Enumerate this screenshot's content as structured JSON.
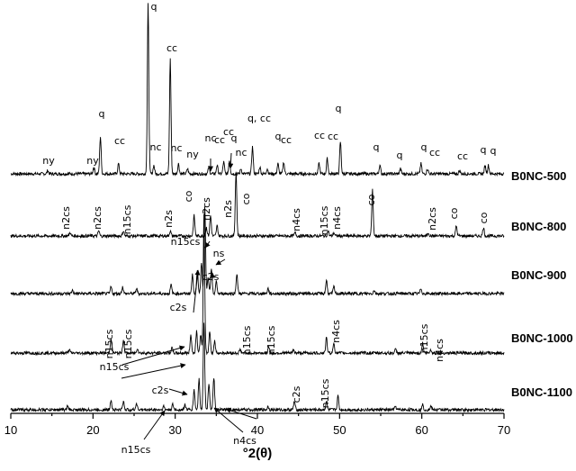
{
  "chart_data": {
    "type": "line",
    "xlabel": "°2(θ)",
    "xlim": [
      10,
      70
    ],
    "x_ticks": [
      10,
      20,
      30,
      40,
      50,
      60,
      70
    ],
    "grid": false,
    "series": [
      {
        "name": "B0NC-500",
        "peaks": [
          {
            "x": 14.5,
            "h": 0.02
          },
          {
            "x": 20.1,
            "h": 0.04
          },
          {
            "x": 20.9,
            "h": 0.22
          },
          {
            "x": 23.1,
            "h": 0.06
          },
          {
            "x": 26.7,
            "h": 1.0
          },
          {
            "x": 27.4,
            "h": 0.05
          },
          {
            "x": 29.4,
            "h": 0.68
          },
          {
            "x": 30.4,
            "h": 0.06
          },
          {
            "x": 31.5,
            "h": 0.03
          },
          {
            "x": 34.1,
            "h": 0.04
          },
          {
            "x": 35.1,
            "h": 0.05
          },
          {
            "x": 35.9,
            "h": 0.07
          },
          {
            "x": 36.6,
            "h": 0.08
          },
          {
            "x": 38.0,
            "h": 0.03
          },
          {
            "x": 39.4,
            "h": 0.16
          },
          {
            "x": 40.3,
            "h": 0.04
          },
          {
            "x": 41.2,
            "h": 0.03
          },
          {
            "x": 42.5,
            "h": 0.06
          },
          {
            "x": 43.2,
            "h": 0.07
          },
          {
            "x": 47.5,
            "h": 0.06
          },
          {
            "x": 48.5,
            "h": 0.09
          },
          {
            "x": 50.1,
            "h": 0.19
          },
          {
            "x": 54.9,
            "h": 0.05
          },
          {
            "x": 57.4,
            "h": 0.03
          },
          {
            "x": 59.9,
            "h": 0.06
          },
          {
            "x": 60.7,
            "h": 0.03
          },
          {
            "x": 64.6,
            "h": 0.02
          },
          {
            "x": 67.7,
            "h": 0.05
          },
          {
            "x": 68.1,
            "h": 0.05
          }
        ]
      },
      {
        "name": "B0NC-800",
        "peaks": [
          {
            "x": 17.2,
            "h": 0.02
          },
          {
            "x": 20.7,
            "h": 0.03
          },
          {
            "x": 23.7,
            "h": 0.03
          },
          {
            "x": 29.4,
            "h": 0.03
          },
          {
            "x": 32.3,
            "h": 0.12
          },
          {
            "x": 33.8,
            "h": 0.05
          },
          {
            "x": 34.3,
            "h": 0.12
          },
          {
            "x": 35.1,
            "h": 0.06
          },
          {
            "x": 37.4,
            "h": 0.38
          },
          {
            "x": 44.6,
            "h": 0.02
          },
          {
            "x": 48.6,
            "h": 0.03
          },
          {
            "x": 49.3,
            "h": 0.02
          },
          {
            "x": 54.0,
            "h": 0.27
          },
          {
            "x": 60.8,
            "h": 0.02
          },
          {
            "x": 64.2,
            "h": 0.06
          },
          {
            "x": 67.5,
            "h": 0.05
          }
        ]
      },
      {
        "name": "B0NC-900",
        "peaks": [
          {
            "x": 17.5,
            "h": 0.02
          },
          {
            "x": 22.2,
            "h": 0.04
          },
          {
            "x": 23.6,
            "h": 0.04
          },
          {
            "x": 25.3,
            "h": 0.03
          },
          {
            "x": 29.5,
            "h": 0.05
          },
          {
            "x": 32.1,
            "h": 0.11
          },
          {
            "x": 32.7,
            "h": 0.14
          },
          {
            "x": 33.2,
            "h": 0.18
          },
          {
            "x": 33.6,
            "h": 0.52
          },
          {
            "x": 34.0,
            "h": 0.09
          },
          {
            "x": 34.4,
            "h": 0.14
          },
          {
            "x": 35.0,
            "h": 0.07
          },
          {
            "x": 37.5,
            "h": 0.12
          },
          {
            "x": 41.3,
            "h": 0.03
          },
          {
            "x": 48.4,
            "h": 0.08
          },
          {
            "x": 49.3,
            "h": 0.04
          },
          {
            "x": 54.2,
            "h": 0.02
          },
          {
            "x": 59.9,
            "h": 0.03
          }
        ]
      },
      {
        "name": "B0NC-1000",
        "peaks": [
          {
            "x": 17.1,
            "h": 0.02
          },
          {
            "x": 22.2,
            "h": 0.09
          },
          {
            "x": 23.7,
            "h": 0.08
          },
          {
            "x": 25.4,
            "h": 0.03
          },
          {
            "x": 29.6,
            "h": 0.03
          },
          {
            "x": 31.9,
            "h": 0.11
          },
          {
            "x": 32.6,
            "h": 0.13
          },
          {
            "x": 33.1,
            "h": 0.11
          },
          {
            "x": 33.5,
            "h": 0.82
          },
          {
            "x": 34.2,
            "h": 0.13
          },
          {
            "x": 34.8,
            "h": 0.07
          },
          {
            "x": 37.9,
            "h": 0.02
          },
          {
            "x": 41.4,
            "h": 0.04
          },
          {
            "x": 44.4,
            "h": 0.02
          },
          {
            "x": 48.4,
            "h": 0.09
          },
          {
            "x": 49.3,
            "h": 0.06
          },
          {
            "x": 56.8,
            "h": 0.02
          },
          {
            "x": 60.1,
            "h": 0.06
          },
          {
            "x": 61.1,
            "h": 0.02
          }
        ]
      },
      {
        "name": "B0NC-1100",
        "peaks": [
          {
            "x": 16.9,
            "h": 0.02
          },
          {
            "x": 22.2,
            "h": 0.06
          },
          {
            "x": 23.7,
            "h": 0.05
          },
          {
            "x": 25.3,
            "h": 0.04
          },
          {
            "x": 28.6,
            "h": 0.02
          },
          {
            "x": 29.7,
            "h": 0.03
          },
          {
            "x": 31.2,
            "h": 0.03
          },
          {
            "x": 32.3,
            "h": 0.12
          },
          {
            "x": 32.9,
            "h": 0.18
          },
          {
            "x": 33.5,
            "h": 0.52
          },
          {
            "x": 34.1,
            "h": 0.16
          },
          {
            "x": 34.7,
            "h": 0.19
          },
          {
            "x": 41.3,
            "h": 0.02
          },
          {
            "x": 44.5,
            "h": 0.05
          },
          {
            "x": 48.4,
            "h": 0.05
          },
          {
            "x": 49.8,
            "h": 0.08
          },
          {
            "x": 56.8,
            "h": 0.02
          },
          {
            "x": 60.1,
            "h": 0.03
          },
          {
            "x": 61.1,
            "h": 0.02
          }
        ]
      }
    ],
    "annotations": {
      "B0NC-500": [
        {
          "x": 14.5,
          "text": "ny"
        },
        {
          "x": 20.1,
          "text": "ny"
        },
        {
          "x": 20.9,
          "text": "q"
        },
        {
          "x": 23.1,
          "text": "cc"
        },
        {
          "x": 26.7,
          "text": "q"
        },
        {
          "x": 27.4,
          "text": "nc"
        },
        {
          "x": 29.4,
          "text": "cc"
        },
        {
          "x": 30.4,
          "text": "nc"
        },
        {
          "x": 31.5,
          "text": "ny"
        },
        {
          "x": 34.1,
          "text": "nc"
        },
        {
          "x": 35.1,
          "text": "cc"
        },
        {
          "x": 35.9,
          "text": "cc"
        },
        {
          "x": 36.6,
          "text": "q"
        },
        {
          "x": 38.0,
          "text": "nc"
        },
        {
          "x": 39.4,
          "text": "q, cc"
        },
        {
          "x": 42.5,
          "text": "q"
        },
        {
          "x": 43.2,
          "text": "cc"
        },
        {
          "x": 47.5,
          "text": "cc"
        },
        {
          "x": 48.5,
          "text": "cc"
        },
        {
          "x": 50.1,
          "text": "q"
        },
        {
          "x": 54.9,
          "text": "q"
        },
        {
          "x": 57.4,
          "text": "q"
        },
        {
          "x": 59.9,
          "text": "q"
        },
        {
          "x": 60.7,
          "text": "cc"
        },
        {
          "x": 64.6,
          "text": "cc"
        },
        {
          "x": 67.7,
          "text": "q"
        },
        {
          "x": 68.1,
          "text": "q"
        }
      ],
      "B0NC-800": [
        {
          "x": 17.2,
          "text": "n2cs"
        },
        {
          "x": 20.7,
          "text": "n2cs"
        },
        {
          "x": 23.7,
          "text": "n15cs"
        },
        {
          "x": 29.4,
          "text": "n2s"
        },
        {
          "x": 32.3,
          "text": "co"
        },
        {
          "x": 34.3,
          "text": "n2cs"
        },
        {
          "x": 35.1,
          "text": "n2s"
        },
        {
          "x": 37.4,
          "text": "co"
        },
        {
          "x": 44.6,
          "text": "n4cs"
        },
        {
          "x": 48.6,
          "text": "n15cs"
        },
        {
          "x": 49.3,
          "text": "n4cs"
        },
        {
          "x": 54.0,
          "text": "co"
        },
        {
          "x": 60.8,
          "text": "n2cs"
        },
        {
          "x": 64.2,
          "text": "co"
        },
        {
          "x": 67.5,
          "text": "co"
        }
      ],
      "B0NC-900": [
        {
          "text": "n15cs"
        },
        {
          "text": "ns"
        },
        {
          "text": "c2s"
        },
        {
          "text": "c2s"
        }
      ],
      "B0NC-1000": [
        {
          "x": 22.2,
          "text": "n15cs"
        },
        {
          "x": 23.7,
          "text": "n15cs"
        },
        {
          "x": 37.9,
          "text": "n15cs"
        },
        {
          "x": 41.4,
          "text": "n15cs"
        },
        {
          "x": 48.4,
          "text": "n4cs"
        },
        {
          "x": 60.1,
          "text": "n15cs"
        },
        {
          "x": 61.1,
          "text": "n4cs"
        },
        {
          "text": "n15cs"
        }
      ],
      "B0NC-1100": [
        {
          "text": "c2s"
        },
        {
          "x": 44.5,
          "text": "c2s"
        },
        {
          "x": 48.4,
          "text": "n15cs"
        },
        {
          "text": "n15cs"
        },
        {
          "text": "n4cs"
        }
      ]
    }
  }
}
